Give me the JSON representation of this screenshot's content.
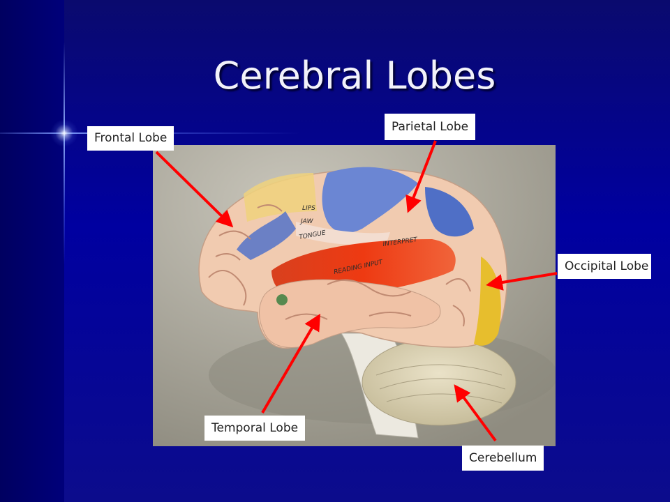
{
  "slide": {
    "title": "Cerebral Lobes"
  },
  "labels": {
    "frontal": "Frontal Lobe",
    "parietal": "Parietal Lobe",
    "occipital": "Occipital Lobe",
    "temporal": "Temporal Lobe",
    "cerebellum": "Cerebellum"
  },
  "model_text": {
    "interpret": "INTERPRET",
    "reading_input": "READING INPUT",
    "tongue": "TONGUE",
    "jaw": "JAW",
    "lips": "LIPS"
  },
  "colors": {
    "background": "#0000a0",
    "arrow": "#ff0000",
    "label_bg": "#ffffff"
  }
}
